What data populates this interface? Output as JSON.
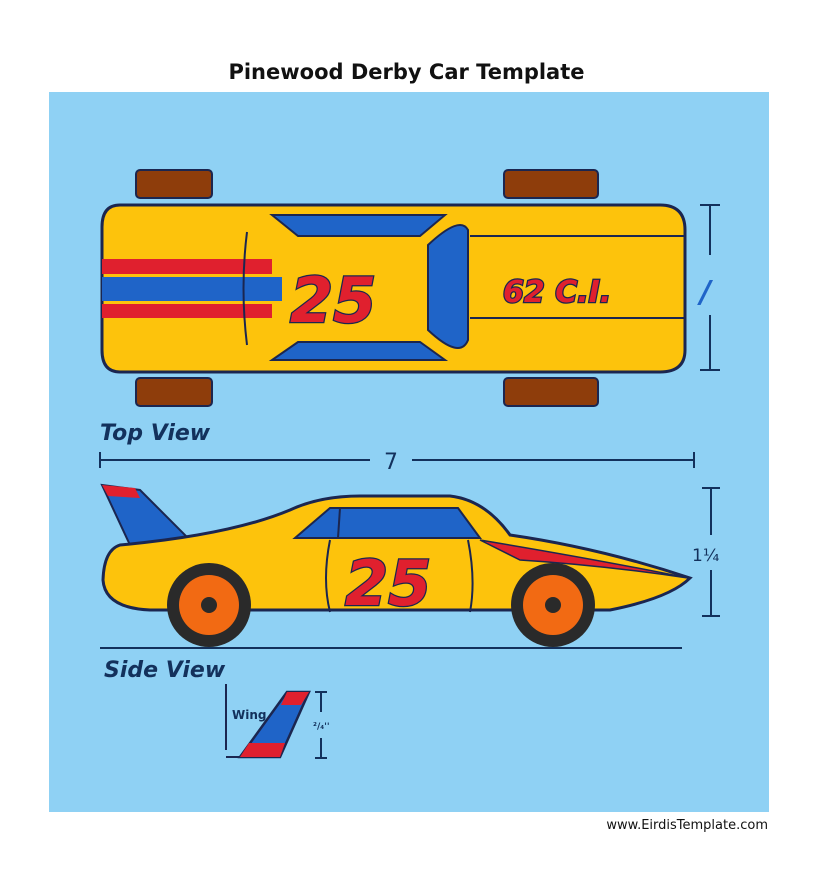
{
  "title": "Pinewood Derby Car Template",
  "footer": "www.EirdisTemplate.com",
  "colors": {
    "background": "#8fd1f4",
    "body": "#fdc30c",
    "stripe_red": "#e0202e",
    "stripe_blue": "#1f64c8",
    "outline": "#1b2650",
    "tire_top": "#8e3d0b",
    "wheel": "#f26a13"
  },
  "top_view": {
    "label": "Top View",
    "number": "25",
    "engine": "62 C.I.",
    "width_mark": "/"
  },
  "length_dimension": "7",
  "side_view": {
    "label": "Side View",
    "number": "25",
    "height_dimension": "1¼"
  },
  "wing": {
    "label": "Wing",
    "dimension": "²/₄''"
  }
}
